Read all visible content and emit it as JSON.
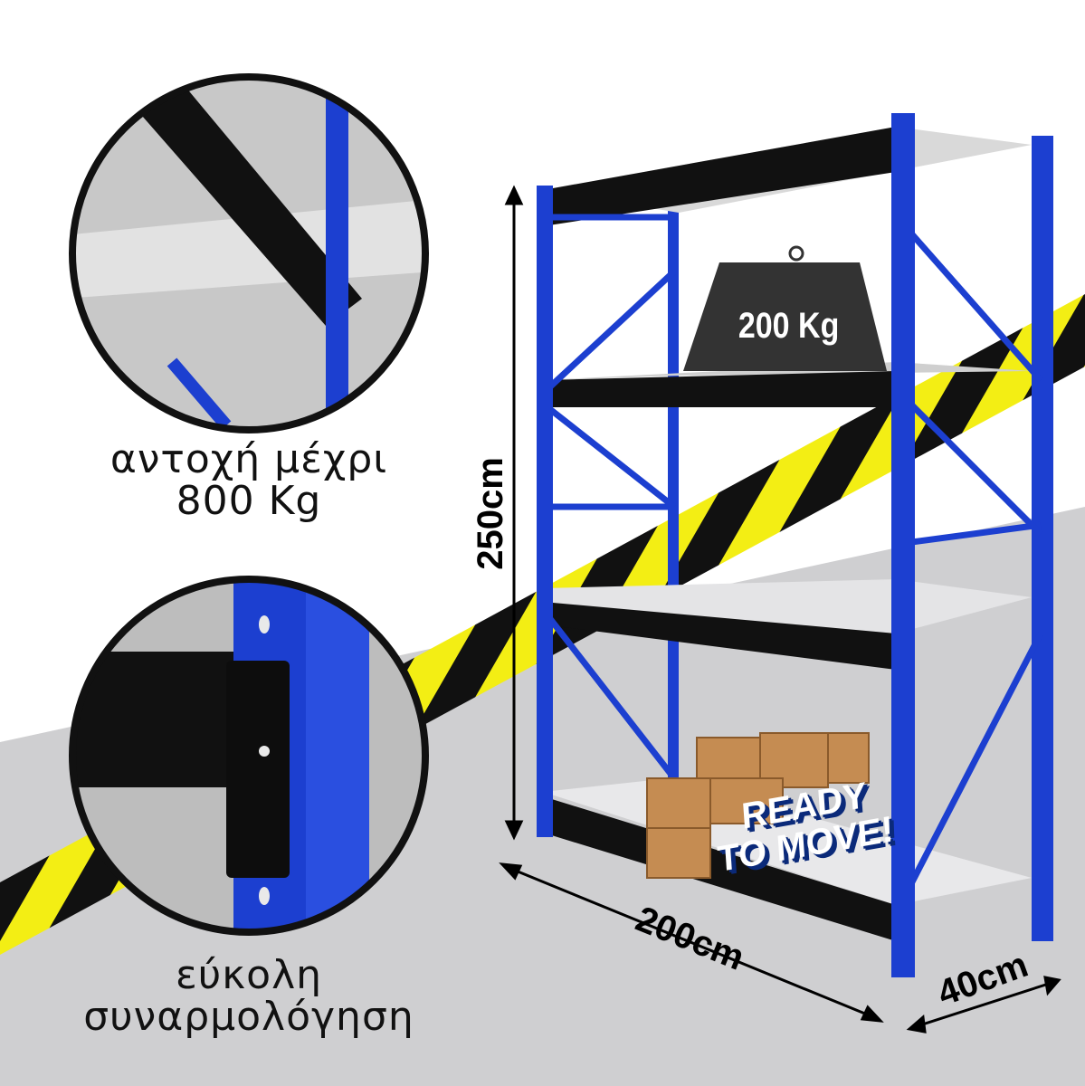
{
  "captions": {
    "strength_line1": "αντοχή μέχρι",
    "strength_line2": "800 Kg",
    "assembly_line1": "εύκολη",
    "assembly_line2": "συναρμολόγηση"
  },
  "dimensions": {
    "height": "250cm",
    "width": "200cm",
    "depth": "40cm"
  },
  "weight_label": "200 Kg",
  "badge": {
    "line1": "READY",
    "line2": "TO MOVE!"
  },
  "colors": {
    "frame": "#1c3fd0",
    "beam": "#111111",
    "tape_yellow": "#f3ee14",
    "floor": "#cfcfd1"
  }
}
